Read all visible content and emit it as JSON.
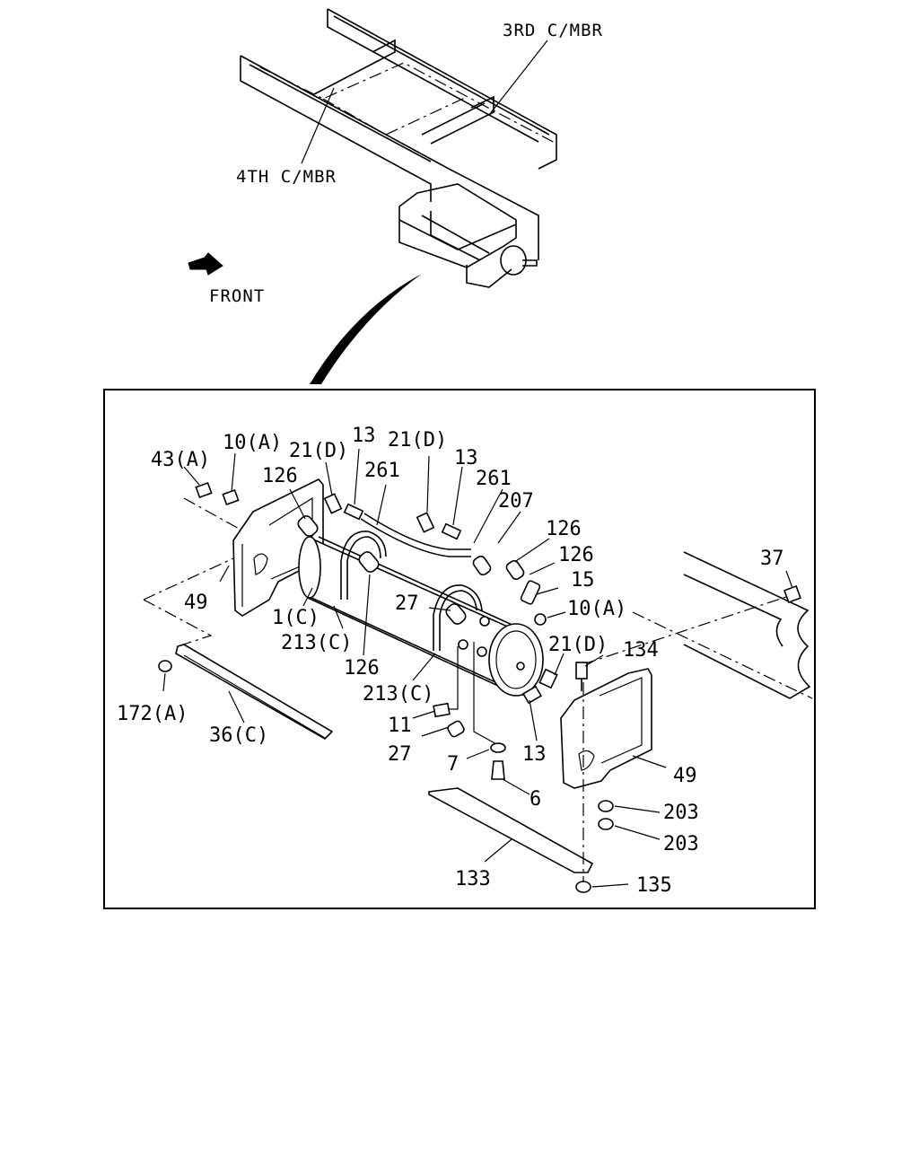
{
  "overview": {
    "label_3rd_cmbr": "3RD C/MBR",
    "label_4th_cmbr": "4TH C/MBR",
    "label_front": "FRONT"
  },
  "callouts": {
    "p43a": "43(A)",
    "p10a_top": "10(A)",
    "p21d_1": "21(D)",
    "p13_1": "13",
    "p21d_2": "21(D)",
    "p126_1": "126",
    "p261_1": "261",
    "p13_2": "13",
    "p261_2": "261",
    "p207": "207",
    "p126_2": "126",
    "p126_3": "126",
    "p37": "37",
    "p15": "15",
    "p10a_right": "10(A)",
    "p49_left": "49",
    "p1c": "1(C)",
    "p27_1": "27",
    "p213c_1": "213(C)",
    "p21d_3": "21(D)",
    "p134": "134",
    "p126_4": "126",
    "p213c_2": "213(C)",
    "p172a": "172(A)",
    "p36c": "36(C)",
    "p11": "11",
    "p27_2": "27",
    "p13_3": "13",
    "p7": "7",
    "p49_right": "49",
    "p6": "6",
    "p203_1": "203",
    "p203_2": "203",
    "p133": "133",
    "p135": "135"
  }
}
